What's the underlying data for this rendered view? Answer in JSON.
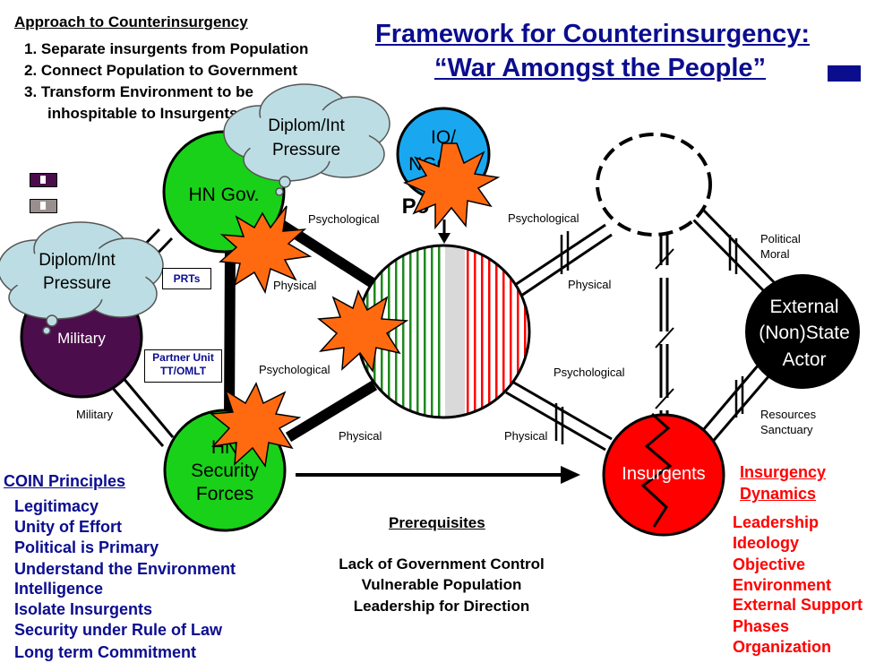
{
  "title_line1": "Framework for Counterinsurgency:",
  "title_line2": "“War Amongst the People”",
  "approach": {
    "heading": "Approach to Counterinsurgency",
    "items": [
      "1. Separate insurgents from Population",
      "2. Connect Population to Government",
      "3. Transform Environment to be",
      "inhospitable to Insurgents"
    ]
  },
  "nodes": {
    "hn_gov": "HN Gov.",
    "military": "Military",
    "hn_sf": [
      "HN",
      "Security",
      "Forces"
    ],
    "io_ngo": [
      "IO/",
      "NGO"
    ],
    "population_partial": "Po",
    "insurgents": "Insurgents",
    "external": [
      "External",
      "(Non)State",
      "Actor"
    ]
  },
  "clouds": {
    "top": [
      "Diplom/Int",
      "Pressure"
    ],
    "left": [
      "Diplom/Int",
      "Pressure"
    ]
  },
  "boxes": {
    "prts": "PRTs",
    "partner": [
      "Partner Unit",
      "TT/OMLT"
    ]
  },
  "edge_labels": {
    "psych_top_left": "Psychological",
    "physical_top_left": "Physical",
    "psych_mid_left": "Psychological",
    "physical_bottom_left": "Physical",
    "military": "Military",
    "psych_top_right": "Psychological",
    "physical_top_right": "Physical",
    "psych_mid_right": "Psychological",
    "physical_bottom_right": "Physical",
    "political_moral": [
      "Political",
      "Moral"
    ],
    "resources_sanctuary": [
      "Resources",
      "Sanctuary"
    ]
  },
  "coin": {
    "heading": "COIN Principles",
    "items": [
      "Legitimacy",
      "Unity of Effort",
      "Political is Primary",
      "Understand the Environment",
      "Intelligence",
      "Isolate Insurgents",
      "Security under Rule of Law",
      "Long term Commitment"
    ]
  },
  "prereq": {
    "heading": "Prerequisites",
    "items": [
      "Lack of Government Control",
      "Vulnerable Population",
      "Leadership for Direction"
    ]
  },
  "dynamics": {
    "heading": [
      "Insurgency",
      "Dynamics"
    ],
    "items": [
      "Leadership",
      "Ideology",
      "Objective",
      "Environment",
      "External Support",
      "Phases",
      "Organization"
    ]
  },
  "colors": {
    "title_blue": "#0b0d8f",
    "node_green": "#19d119",
    "military_purple": "#4b0d4b",
    "io_blue": "#19a8f0",
    "insurgent_red": "#ff0000",
    "burst_orange": "#ff6a10",
    "cloud": "#bcdde3"
  }
}
